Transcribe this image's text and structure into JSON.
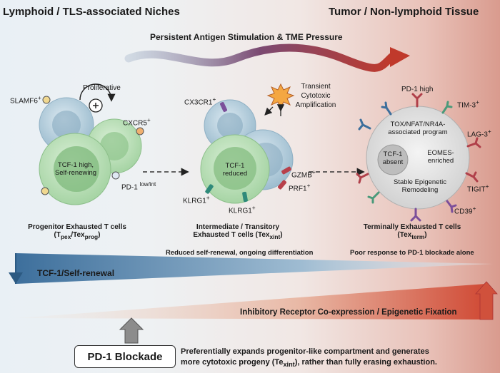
{
  "headers": {
    "left": "Lymphoid / TLS-associated Niches",
    "right": "Tumor / Non-lymphoid Tissue"
  },
  "pressure_label": "Persistent Antigen Stimulation & TME Pressure",
  "progenitor": {
    "slamf6": "SLAMF6",
    "slamf6_sup": "+",
    "proliferative": "Proliferative",
    "cxcr5": "CXCR5",
    "cxcr5_sup": "+",
    "core_l1": "TCF-1 high,",
    "core_l2": "Self-renewing",
    "pd1": "PD-1",
    "pd1_sup": "low/int",
    "title_l1": "Progenitor Exhausted T cells",
    "title_l2_a": "(T",
    "title_l2_b": "pex",
    "title_l2_c": "/Tex",
    "title_l2_d": "prog",
    "title_l2_e": ")"
  },
  "intermediate": {
    "cx3cr1": "CX3CR1",
    "cx3cr1_sup": "+",
    "transient_l1": "Transient",
    "transient_l2": "Cytotoxic",
    "transient_l3": "Amplification",
    "core_l1": "TCF-1",
    "core_l2": "reduced",
    "gzmb": "GZMB",
    "gzmb_sup": "+",
    "prf1": "PRF1",
    "prf1_sup": "+",
    "klrg1_a": "KLRG1",
    "klrg1_a_sup": "+",
    "klrg1_b": "KLRG1",
    "klrg1_b_sup": "+",
    "title_l1": "Intermediate / Transitory",
    "title_l2_a": "Exhausted T cells (Tex",
    "title_l2_b": "xint",
    "title_l2_c": ")",
    "note": "Reduced self-renewal, ongoing differentiation"
  },
  "terminal": {
    "pd1_high": "PD-1 high",
    "tim3": "TIM-3",
    "tim3_sup": "+",
    "lag3": "LAG-3",
    "lag3_sup": "+",
    "tigit": "TIGIT",
    "tigit_sup": "+",
    "cd39": "CD39",
    "cd39_sup": "+",
    "tox_l1": "TOX/NFAT/NR4A-",
    "tox_l2": "associated program",
    "tcf_l1": "TCF-1",
    "tcf_l2": "absent",
    "eomes_l1": "EOMES-",
    "eomes_l2": "enriched",
    "epi_l1": "Stable Epigenetic",
    "epi_l2": "Remodeling",
    "title_l1": "Terminally Exhausted T cells",
    "title_l2_a": "(Tex",
    "title_l2_b": "term",
    "title_l2_c": ")",
    "note": "Poor response to PD-1 blockade alone"
  },
  "gradients": {
    "tcf1": "TCF-1/Self-renewal",
    "inhibitory": "Inhibitory Receptor Co-expression / Epigenetic Fixation"
  },
  "blockade": {
    "label": "PD-1 Blockade",
    "desc_l1": "Preferentially expands progenitor-like compartment and generates",
    "desc_l2_a": "more cytotoxic progeny (Te",
    "desc_l2_b": "xint",
    "desc_l2_c": "), rather than fully erasing exhaustion."
  },
  "colors": {
    "cell_green": "#b8dcb6",
    "cell_blue": "#a9c6d6",
    "tcf_blue": "#3d6f9c",
    "inhibitory_red": "#c0392b"
  }
}
